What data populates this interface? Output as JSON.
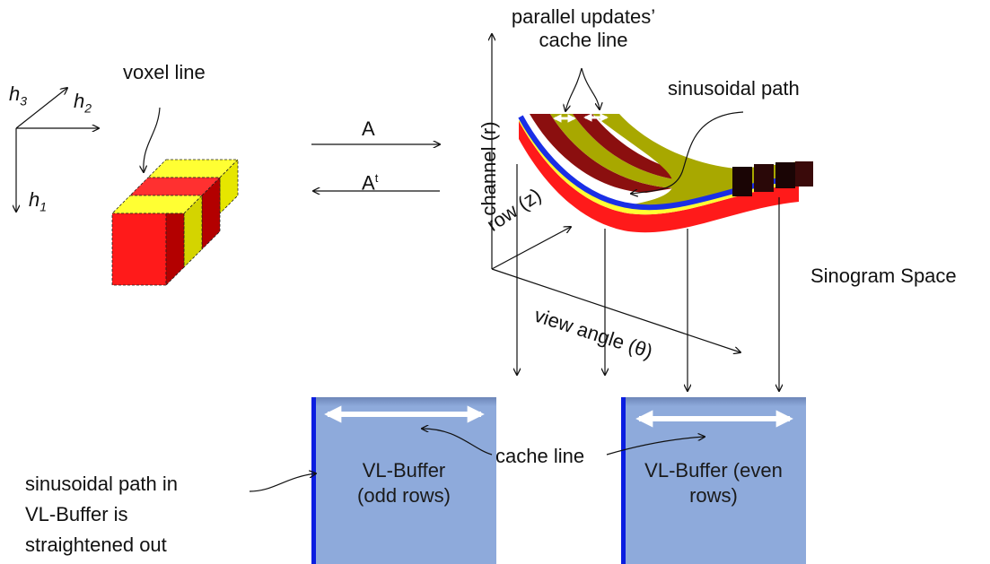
{
  "axes3d": {
    "h1": "h",
    "h1_sub": "1",
    "h2": "h",
    "h2_sub": "2",
    "h3": "h",
    "h3_sub": "3"
  },
  "labels": {
    "voxel_line": "voxel line",
    "op_forward": "A",
    "op_transpose": "A",
    "op_transpose_sup": "t",
    "parallel_updates_1": "parallel updates’",
    "parallel_updates_2": "cache line",
    "sinusoidal_path": "sinusoidal path",
    "channel_axis": "channel (r)",
    "row_axis": "row (z)",
    "view_angle": "view angle (θ)",
    "sinogram_space": "Sinogram Space",
    "cache_line": "cache line",
    "note_1": "sinusoidal path in",
    "note_2": "VL-Buffer is",
    "note_3": "straightened out"
  },
  "buffers": [
    {
      "line1": "VL-Buffer",
      "line2": "(odd rows)"
    },
    {
      "line1": "VL-Buffer (even",
      "line2": "rows)"
    }
  ],
  "colors": {
    "red": "#ff1a1a",
    "dark_red": "#b30000",
    "yellow": "#ffff33",
    "olive": "#a8a800",
    "maroon": "#8b0f0f",
    "blue": "#1a2fe6",
    "buffer_fill": "#8eaadb"
  }
}
